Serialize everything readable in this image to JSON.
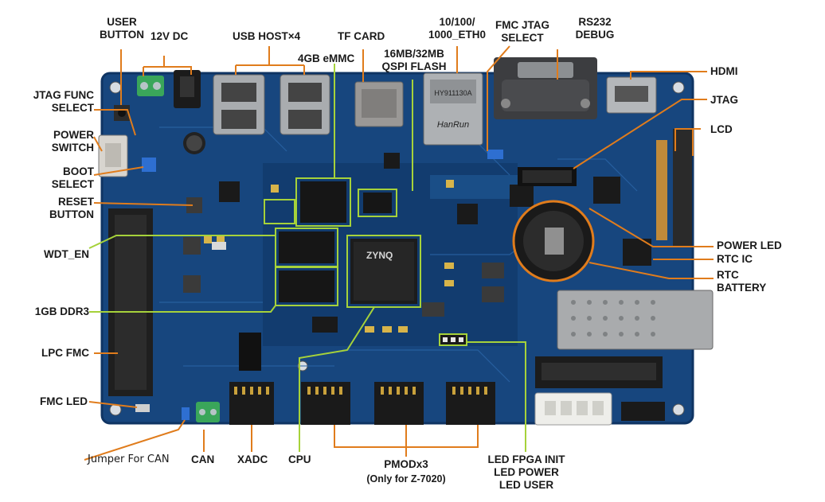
{
  "labels": {
    "user_button": [
      "USER",
      "BUTTON"
    ],
    "dc12v": "12V DC",
    "usb_host": "USB HOST×4",
    "tf_card": "TF CARD",
    "emmc": "4GB eMMC",
    "qspi": [
      "16MB/32MB",
      "QSPI FLASH"
    ],
    "eth": [
      "10/100/",
      "1000_ETH0"
    ],
    "fmc_jtag": [
      "FMC JTAG",
      "SELECT"
    ],
    "rs232": [
      "RS232",
      "DEBUG"
    ],
    "hdmi": "HDMI",
    "jtag": "JTAG",
    "lcd": "LCD",
    "jtag_func": [
      "JTAG FUNC",
      "SELECT"
    ],
    "power_switch": [
      "POWER",
      "SWITCH"
    ],
    "boot_select": [
      "BOOT",
      "SELECT"
    ],
    "reset_button": [
      "RESET",
      "BUTTON"
    ],
    "wdt_en": "WDT_EN",
    "ddr3": "1GB DDR3",
    "lpc_fmc": "LPC FMC",
    "fmc_led": "FMC LED",
    "jumper_can": "Jumper For CAN",
    "can": "CAN",
    "xadc": "XADC",
    "cpu": "CPU",
    "pmod": "PMODx3",
    "pmod_sub": "(Only for Z-7020)",
    "leds": [
      "LED FPGA INIT",
      "LED POWER",
      "LED USER"
    ],
    "power_led": "POWER LED",
    "rtc_ic": "RTC IC",
    "rtc_battery": [
      "RTC",
      "BATTERY"
    ]
  },
  "chip_marks": {
    "zynq": "ZYNQ",
    "ethernet_jack": "HanRun",
    "ethernet_code": "HY911130A"
  },
  "colors": {
    "pcb": "#17467e",
    "pcb_dark": "#0f3463",
    "leader": "#e07c1c",
    "highlight": "#a6d23a",
    "text": "#1a1a1a"
  }
}
